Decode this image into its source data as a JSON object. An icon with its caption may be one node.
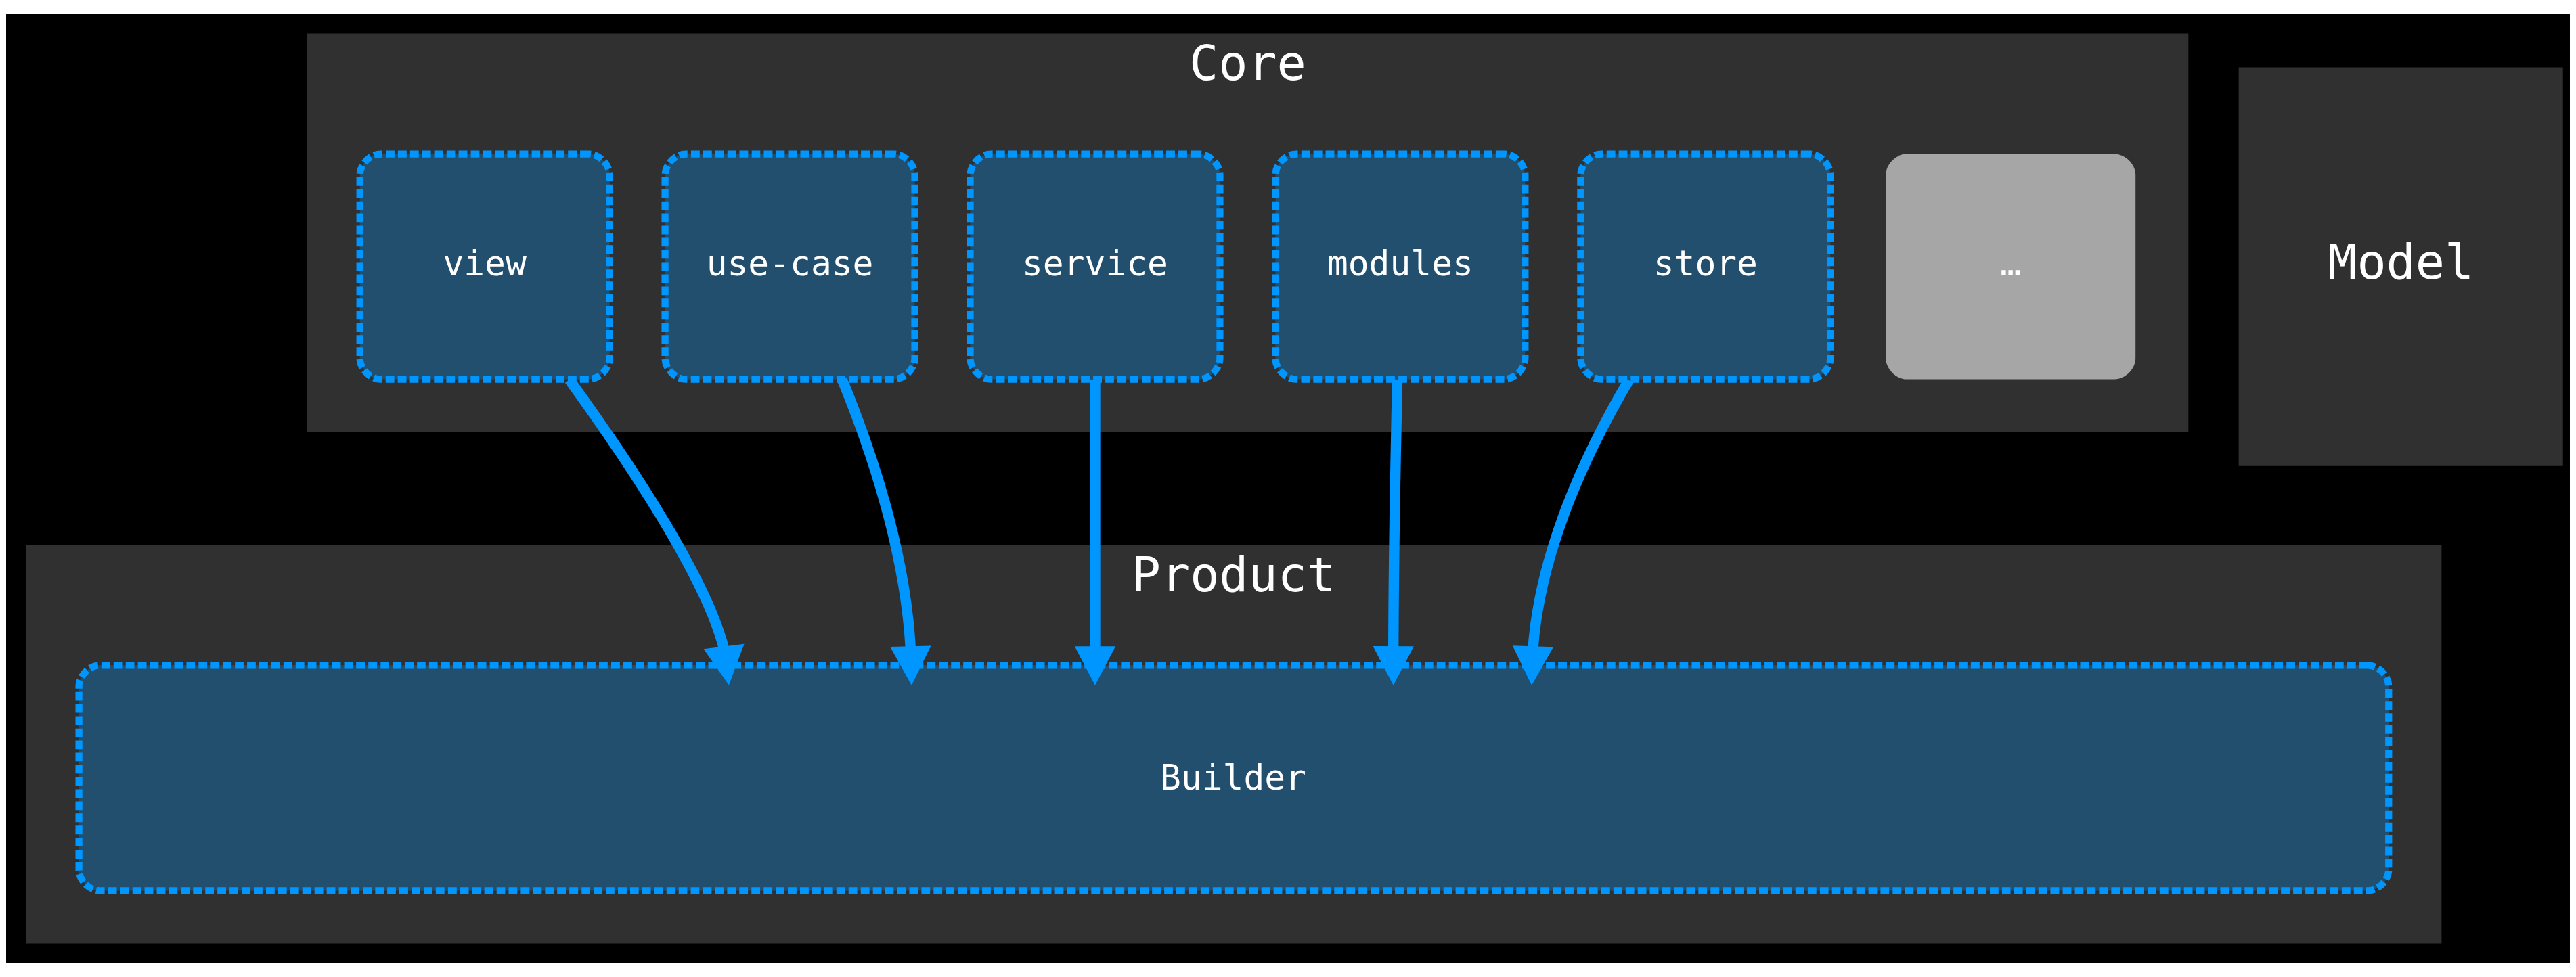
{
  "diagram": {
    "nodes": [
      {
        "text": [
          "Core"
        ]
      },
      {
        "text": [
          "view"
        ],
        "in": 0
      },
      {
        "text": [
          "use-case"
        ],
        "in": 0
      },
      {
        "text": [
          "service"
        ],
        "in": 0
      },
      {
        "text": [
          "modules"
        ],
        "in": 0
      },
      {
        "text": [
          "store"
        ],
        "in": 0
      },
      {
        "text": [
          "…"
        ],
        "in": 0
      },
      {
        "text": [
          "Model"
        ]
      },
      {
        "text": [
          "Product"
        ]
      },
      {
        "text": [
          "Builder"
        ],
        "in": 8
      }
    ],
    "edges": [
      {
        "from": 1,
        "to": 9,
        "arrow": "to"
      },
      {
        "from": 2,
        "to": 9,
        "arrow": "to"
      },
      {
        "from": 3,
        "to": 9,
        "arrow": "to"
      },
      {
        "from": 4,
        "to": 9,
        "arrow": "to"
      },
      {
        "from": 5,
        "to": 9,
        "arrow": "to"
      }
    ]
  }
}
